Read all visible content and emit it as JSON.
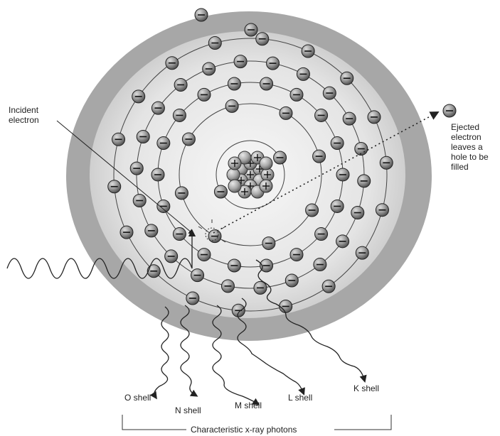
{
  "labels": {
    "incident_electron": "Incident\nelectron",
    "ejected_electron": "Ejected\nelectron\nleaves a\nhole to be\nfilled",
    "o_shell": "O shell",
    "n_shell": "N shell",
    "m_shell": "M shell",
    "l_shell": "L shell",
    "k_shell": "K shell",
    "characteristic_photons": "Characteristic x-ray photons"
  },
  "symbols": {
    "electron": "−",
    "proton": "+"
  },
  "colors": {
    "outer_disc": "#a8a8a8",
    "inner_disc": "#efefef",
    "electron_fill": "#9a9a9a",
    "line": "#333333"
  }
}
